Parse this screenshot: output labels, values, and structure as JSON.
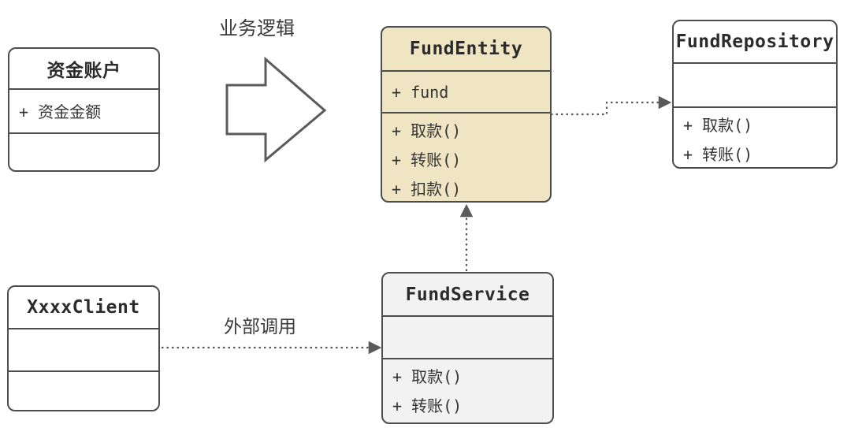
{
  "diagram": {
    "type": "uml-class-diagram",
    "colors": {
      "background": "#ffffff",
      "box_border": "#4d4d4d",
      "entity_fill": "#f0e5c2",
      "service_fill": "#f2f2f2",
      "plain_fill": "#ffffff",
      "arrow": "#5a5a5a",
      "text": "#2d2d2d"
    },
    "labels": {
      "business_logic": "业务逻辑",
      "external_call": "外部调用"
    },
    "classes": {
      "fund_account": {
        "title": "资金账户",
        "attributes": [
          "+ 资金金额"
        ],
        "methods": []
      },
      "fund_entity": {
        "title": "FundEntity",
        "attributes": [
          "+ fund"
        ],
        "methods": [
          "+ 取款()",
          "+ 转账()",
          "+ 扣款()"
        ]
      },
      "fund_repository": {
        "title": "FundRepository",
        "attributes": [],
        "methods": [
          "+ 取款()",
          "+ 转账()"
        ]
      },
      "xxxx_client": {
        "title": "XxxxClient",
        "attributes": [],
        "methods": []
      },
      "fund_service": {
        "title": "FundService",
        "attributes": [],
        "methods": [
          "+ 取款()",
          "+ 转账()"
        ]
      }
    },
    "relations": [
      {
        "from": "FundEntity",
        "to": "FundRepository",
        "style": "dashed-arrow"
      },
      {
        "from": "FundService",
        "to": "FundEntity",
        "style": "dashed-arrow"
      },
      {
        "from": "XxxxClient",
        "to": "FundService",
        "style": "dashed-arrow",
        "label": "外部调用"
      },
      {
        "from": "资金账户",
        "to": "FundEntity",
        "style": "big-hollow-arrow",
        "label": "业务逻辑"
      }
    ]
  }
}
